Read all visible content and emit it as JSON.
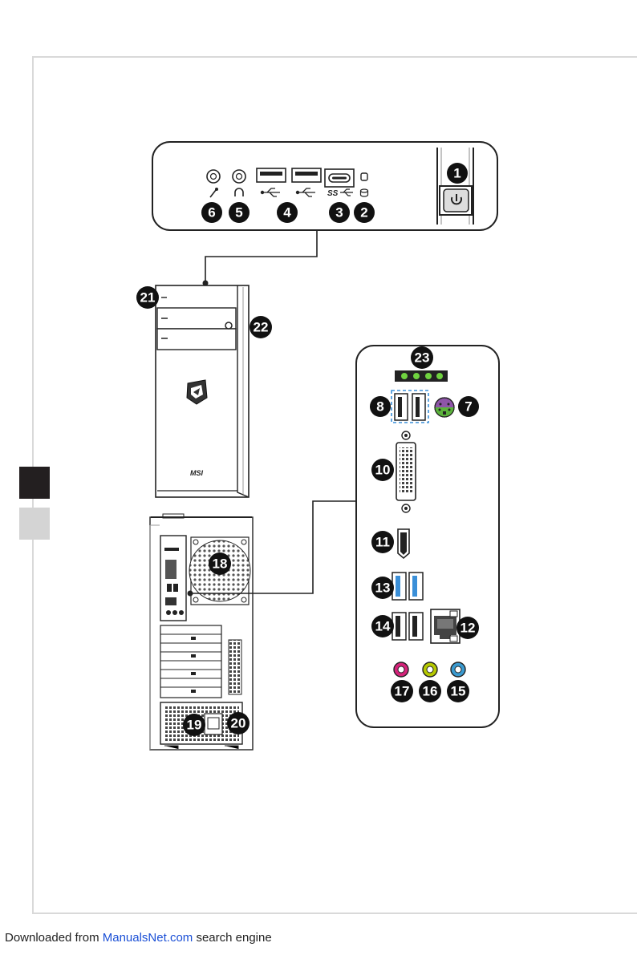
{
  "badges": {
    "b1": "1",
    "b2": "2",
    "b3": "3",
    "b4": "4",
    "b5": "5",
    "b6": "6",
    "b7": "7",
    "b8": "8",
    "b10": "10",
    "b11": "11",
    "b12": "12",
    "b13": "13",
    "b14": "14",
    "b15": "15",
    "b16": "16",
    "b17": "17",
    "b18": "18",
    "b19": "19",
    "b20": "20",
    "b21": "21",
    "b22": "22",
    "b23": "23"
  },
  "front_panel": {
    "usb3_label": "SS"
  },
  "case_logo": "MSI",
  "footer": {
    "prefix": "Downloaded from ",
    "link": "ManualsNet.com",
    "suffix": " search engine"
  },
  "colors": {
    "badge": "#111111",
    "accent_blue": "#3a8fd8",
    "audio_pink": "#d4237a",
    "audio_lime": "#b5c800",
    "audio_blue": "#3a9ad0",
    "led_green": "#6fd23f",
    "ps2_purple": "#8e55a8",
    "ps2_green": "#5bb33b",
    "link_blue": "#1a4fd6"
  }
}
